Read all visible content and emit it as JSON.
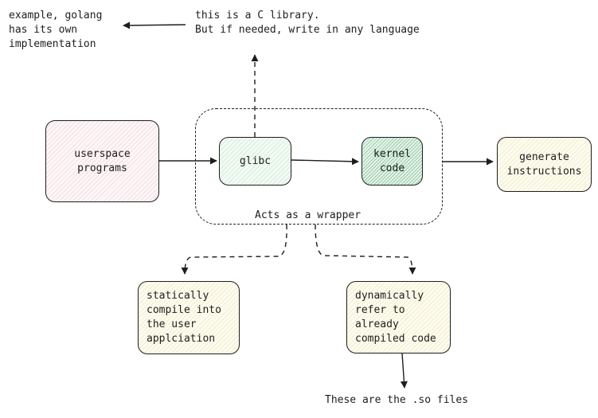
{
  "diagram": {
    "nodes": {
      "userspace": {
        "label": "userspace\nprograms"
      },
      "glibc": {
        "label": "glibc"
      },
      "kernel": {
        "label": "kernel\ncode"
      },
      "generate": {
        "label": "generate\ninstructions"
      },
      "static": {
        "label": "statically\ncompile into\nthe user\napplciation"
      },
      "dynamic": {
        "label": "dynamically\nrefer to\nalready\ncompiled code"
      }
    },
    "labels": {
      "c_library_note": "this is a C library.\nBut if needed, write in any language",
      "golang_note": "example, golang\nhas its own\nimplementation",
      "wrapper": "Acts as a wrapper",
      "so_files": "These are the .so files"
    },
    "edges": [
      {
        "from": "userspace",
        "to": "glibc",
        "style": "solid"
      },
      {
        "from": "glibc",
        "to": "kernel",
        "style": "solid"
      },
      {
        "from": "kernel",
        "to": "generate",
        "style": "solid"
      },
      {
        "from": "glibc",
        "to": "c_library_note",
        "style": "dashed"
      },
      {
        "from": "c_library_note",
        "to": "golang_note",
        "style": "solid"
      },
      {
        "from": "wrapper_group",
        "to": "static",
        "style": "dashed"
      },
      {
        "from": "wrapper_group",
        "to": "dynamic",
        "style": "dashed"
      },
      {
        "from": "dynamic",
        "to": "so_files",
        "style": "solid"
      }
    ],
    "colors": {
      "stroke": "#1e1e1e",
      "pink_fill": "#fdf7f8",
      "green_fill": "#f3fbf5",
      "dark_green_fill": "#e6f5ea",
      "yellow_fill": "#fdfcef"
    }
  }
}
